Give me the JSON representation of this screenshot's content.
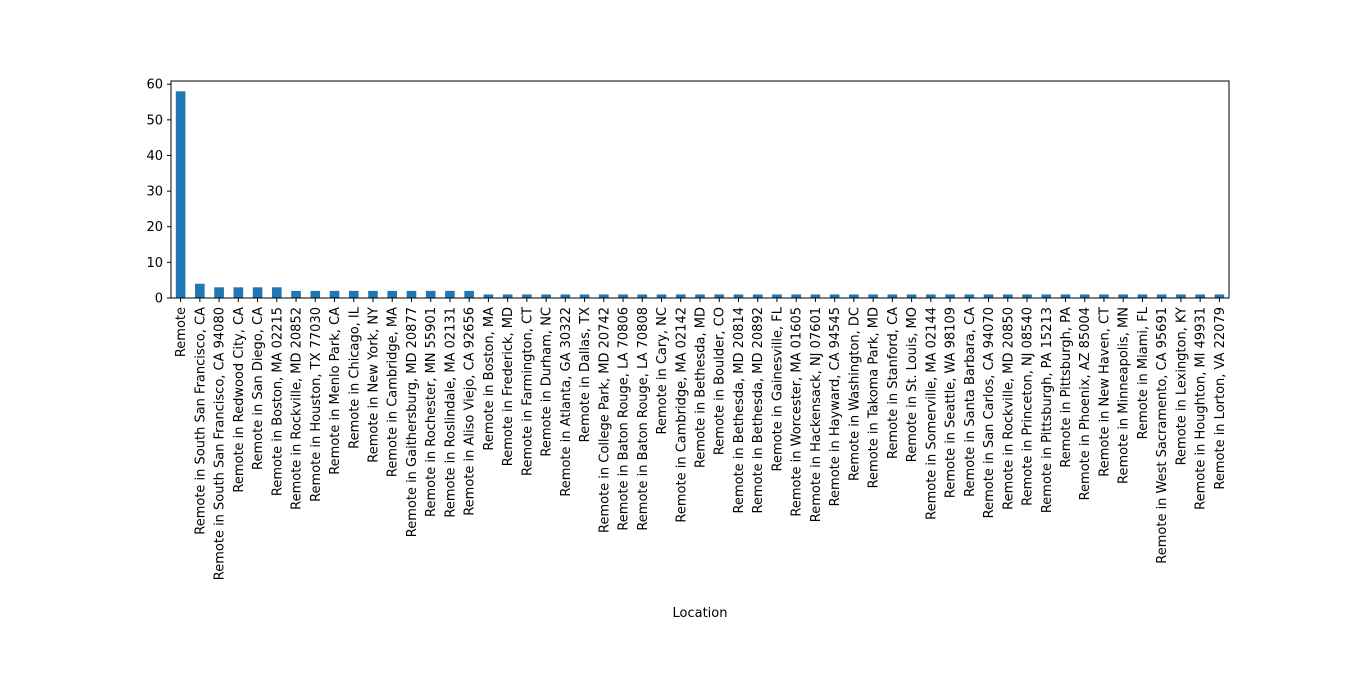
{
  "chart_data": {
    "type": "bar",
    "title": "",
    "xlabel": "Location",
    "ylabel": "",
    "ylim": [
      0,
      60.9
    ],
    "yticks": [
      0,
      10,
      20,
      30,
      40,
      50,
      60
    ],
    "grid": false,
    "legend": "none",
    "bar_color": "#1f77b4",
    "categories": [
      "Remote",
      "Remote in South San Francisco, CA",
      "Remote in South San Francisco, CA 94080",
      "Remote in Redwood City, CA",
      "Remote in San Diego, CA",
      "Remote in Boston, MA 02215",
      "Remote in Rockville, MD 20852",
      "Remote in Houston, TX 77030",
      "Remote in Menlo Park, CA",
      "Remote in Chicago, IL",
      "Remote in New York, NY",
      "Remote in Cambridge, MA",
      "Remote in Gaithersburg, MD 20877",
      "Remote in Rochester, MN 55901",
      "Remote in Roslindale, MA 02131",
      "Remote in Aliso Viejo, CA 92656",
      "Remote in Boston, MA",
      "Remote in Frederick, MD",
      "Remote in Farmington, CT",
      "Remote in Durham, NC",
      "Remote in Atlanta, GA 30322",
      "Remote in Dallas, TX",
      "Remote in College Park, MD 20742",
      "Remote in Baton Rouge, LA 70806",
      "Remote in Baton Rouge, LA 70808",
      "Remote in Cary, NC",
      "Remote in Cambridge, MA 02142",
      "Remote in Bethesda, MD",
      "Remote in Boulder, CO",
      "Remote in Bethesda, MD 20814",
      "Remote in Bethesda, MD 20892",
      "Remote in Gainesville, FL",
      "Remote in Worcester, MA 01605",
      "Remote in Hackensack, NJ 07601",
      "Remote in Hayward, CA 94545",
      "Remote in Washington, DC",
      "Remote in Takoma Park, MD",
      "Remote in Stanford, CA",
      "Remote in St. Louis, MO",
      "Remote in Somerville, MA 02144",
      "Remote in Seattle, WA 98109",
      "Remote in Santa Barbara, CA",
      "Remote in San Carlos, CA 94070",
      "Remote in Rockville, MD 20850",
      "Remote in Princeton, NJ 08540",
      "Remote in Pittsburgh, PA 15213",
      "Remote in Pittsburgh, PA",
      "Remote in Phoenix, AZ 85004",
      "Remote in New Haven, CT",
      "Remote in Minneapolis, MN",
      "Remote in Miami, FL",
      "Remote in West Sacramento, CA 95691",
      "Remote in Lexington, KY",
      "Remote in Houghton, MI 49931",
      "Remote in Lorton, VA 22079"
    ],
    "values": [
      58,
      4,
      3,
      3,
      3,
      3,
      2,
      2,
      2,
      2,
      2,
      2,
      2,
      2,
      2,
      2,
      1,
      1,
      1,
      1,
      1,
      1,
      1,
      1,
      1,
      1,
      1,
      1,
      1,
      1,
      1,
      1,
      1,
      1,
      1,
      1,
      1,
      1,
      1,
      1,
      1,
      1,
      1,
      1,
      1,
      1,
      1,
      1,
      1,
      1,
      1,
      1,
      1,
      1,
      1
    ]
  }
}
